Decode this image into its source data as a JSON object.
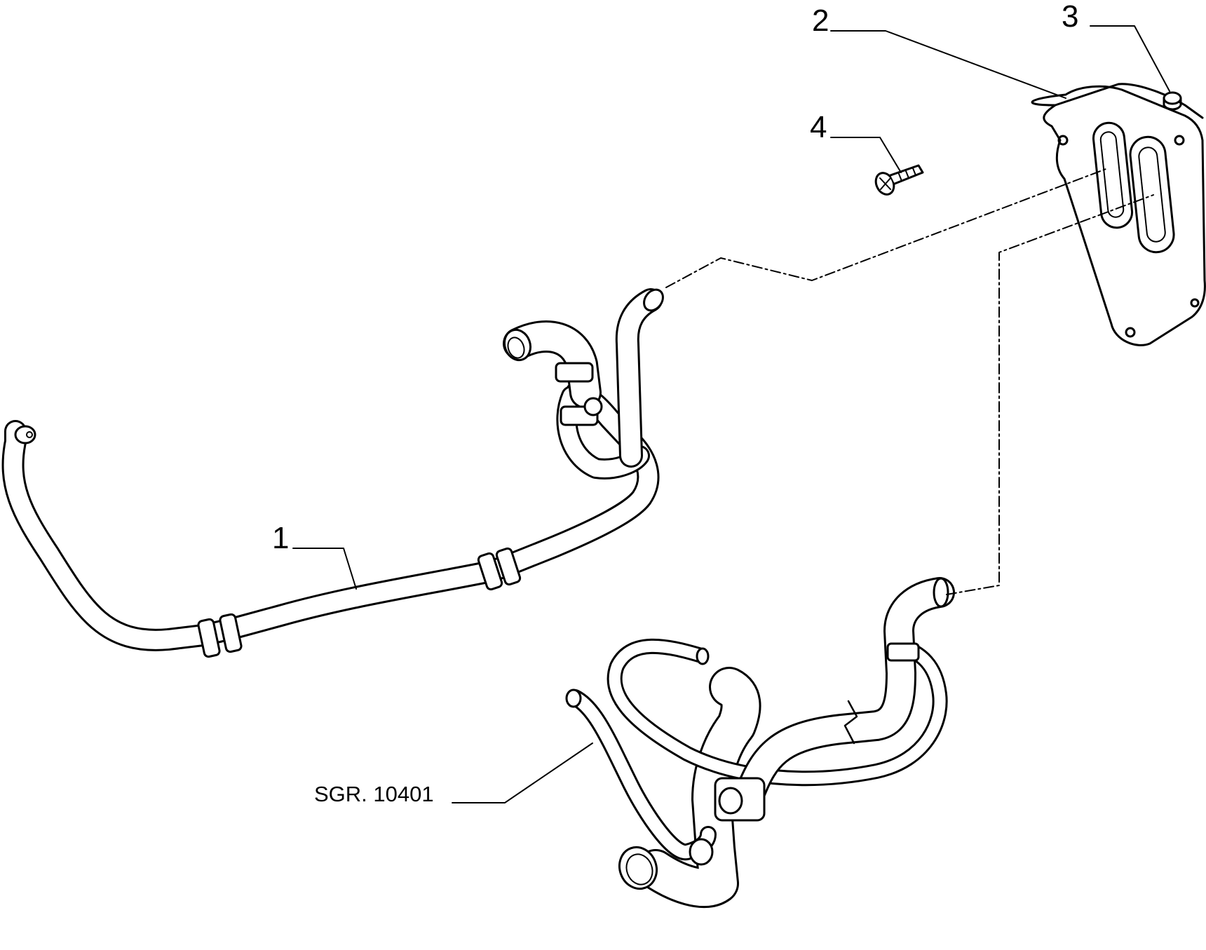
{
  "callouts": {
    "part_1": "1",
    "part_2": "2",
    "part_3": "3",
    "part_4": "4",
    "ref_group": "SGR. 10401"
  },
  "colors": {
    "ink": "#000000",
    "background": "#ffffff"
  }
}
